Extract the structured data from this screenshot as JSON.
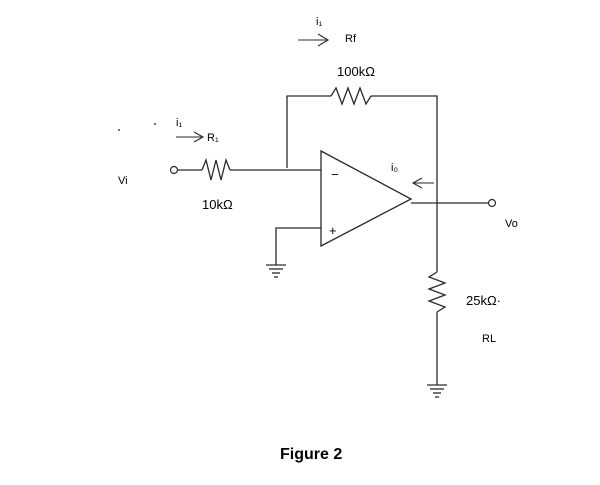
{
  "labels": {
    "i1_top": "i₁",
    "rf_name": "Rf",
    "rf_value": "100kΩ",
    "i1_left": "i₁",
    "r1_name": "R₁",
    "vi": "Vi",
    "r1_value": "10kΩ",
    "io": "i₀",
    "vo": "Vo",
    "minus": "−",
    "plus": "+",
    "rl_value": "25kΩ·",
    "rl_name": "RL",
    "caption": "Figure 2"
  }
}
